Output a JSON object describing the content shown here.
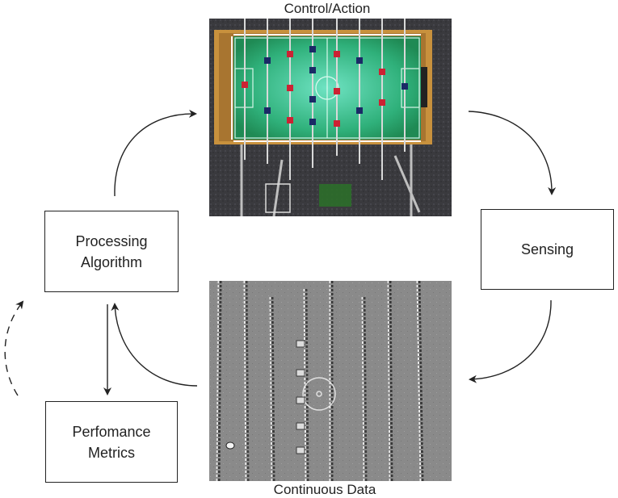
{
  "captions": {
    "top": "Control/Action",
    "bottom": "Continuous Data"
  },
  "boxes": {
    "processing": {
      "line1": "Processing",
      "line2": "Algorithm"
    },
    "sensing": {
      "line1": "Sensing"
    },
    "performance": {
      "line1": "Perfomance",
      "line2": "Metrics"
    }
  },
  "images": {
    "foosball_photo": "foosball-table-photo",
    "event_data": "event-camera-frame"
  },
  "colors": {
    "field_green": "#2aa36a",
    "field_glow": "#6fe3c3",
    "table_wood": "#c8913d",
    "event_gray": "#8a8a8a",
    "line": "#222222"
  }
}
